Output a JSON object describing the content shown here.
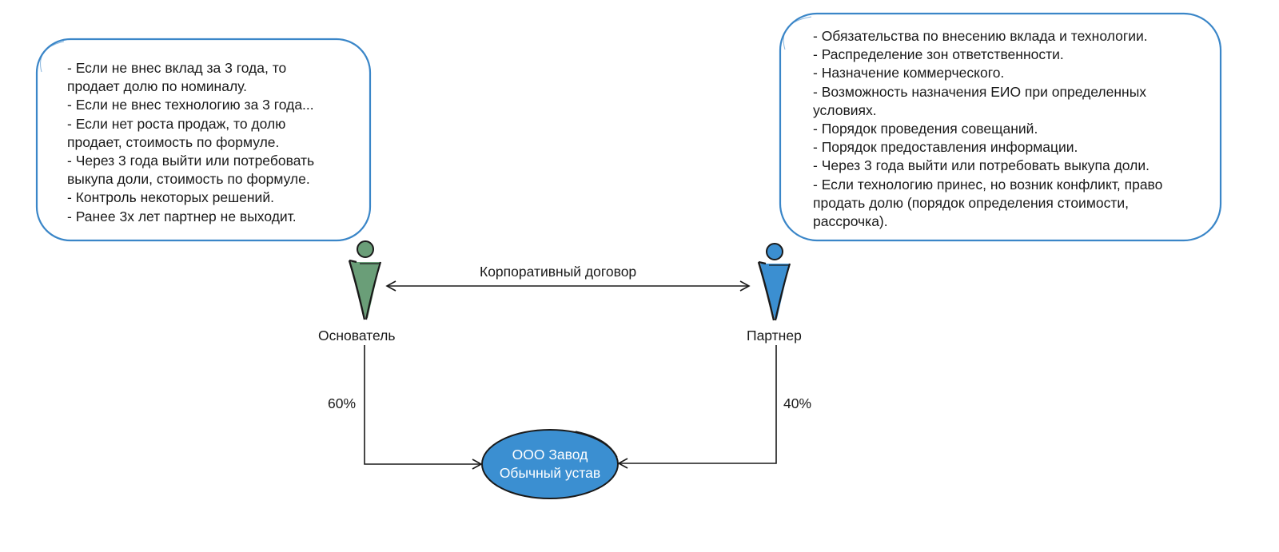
{
  "colors": {
    "callout_border": "#3a86c8",
    "founder_figure": "#6a9e78",
    "partner_figure": "#3b8fd1",
    "company_fill": "#3b8fd1",
    "line": "#1a1a1a"
  },
  "founder": {
    "name": "Основатель",
    "share": "60%",
    "notes": [
      "- Если не внес вклад за 3 года, то",
      "продает долю по номиналу.",
      "- Если не внес технологию за 3 года...",
      "- Если нет роста продаж, то долю",
      "продает, стоимость по формуле.",
      "- Через 3 года выйти или потребовать",
      "выкупа доли, стоимость по формуле.",
      "- Контроль некоторых решений.",
      "- Ранее 3х лет партнер не выходит."
    ]
  },
  "partner": {
    "name": "Партнер",
    "share": "40%",
    "notes": [
      "- Обязательства по внесению вклада и технологии.",
      "- Распределение зон ответственности.",
      "- Назначение коммерческого.",
      "- Возможность назначения ЕИО при определенных",
      "условиях.",
      "- Порядок проведения совещаний.",
      "- Порядок предоставления информации.",
      "- Через 3 года выйти или потребовать выкупа доли.",
      "- Если технологию принес, но возник конфликт, право",
      "продать долю (порядок определения стоимости,",
      "рассрочка)."
    ]
  },
  "contract": {
    "label": "Корпоративный договор"
  },
  "company": {
    "line1": "ООО Завод",
    "line2": "Обычный устав"
  },
  "icons": {
    "founder": "person-icon",
    "partner": "person-icon"
  }
}
